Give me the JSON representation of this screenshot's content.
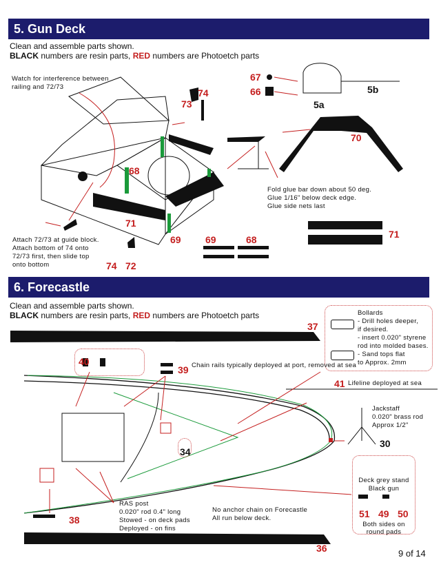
{
  "gun_deck": {
    "title": "5. Gun Deck",
    "intro": "Clean and assemble parts shown.",
    "legend_black": "BLACK",
    "legend_mid": " numbers are resin parts, ",
    "legend_red": "RED",
    "legend_end": " numbers are Photoetch parts",
    "note_interference": "Watch for interference between railing and 72/73",
    "note_attach": "Attach 72/73 at guide block. Attach bottom of 74 onto 72/73 first, then slide top onto bottom",
    "note_fold": "Fold glue bar down about 50 deg.",
    "note_glue": "Glue 1/16\" below deck edge.",
    "note_nets": "Glue side nets last",
    "parts": {
      "p67": "67",
      "p66": "66",
      "p5a": "5a",
      "p5b": "5b",
      "p74a": "74",
      "p73": "73",
      "p70": "70",
      "p68a": "68",
      "p71a": "71",
      "p69a": "69",
      "p69b": "69",
      "p68b": "68",
      "p71b": "71",
      "p74b": "74",
      "p72": "72"
    }
  },
  "forecastle": {
    "title": "6. Forecastle",
    "intro": "Clean and assemble parts shown.",
    "legend_black": "BLACK",
    "legend_mid": " numbers are resin parts, ",
    "legend_red": "RED",
    "legend_end": " numbers are Photoetch parts",
    "bollards": {
      "title": "Bollards",
      "l1": "- Drill holes deeper,",
      "l2": "if desired.",
      "l3": "- insert 0.020\" styrene",
      "l4": "rod into molded bases.",
      "l5": "- Sand tops flat",
      "l6": "to Approx. 2mm"
    },
    "chain_rails": "Chain rails typically deployed at port, removed at sea",
    "lifeline": "Lifeline deployed at sea",
    "jackstaff": {
      "l1": "Jackstaff",
      "l2": "0.020\" brass rod",
      "l3": "Approx 1/2\""
    },
    "ras": {
      "l1": "RAS post",
      "l2": "0.020\" rod 0.4\" long",
      "l3": "Stowed - on deck pads",
      "l4": "Deployed - on fins"
    },
    "anchor": {
      "l1": "No anchor chain on Forecastle",
      "l2": "All run below deck."
    },
    "gun_box": {
      "l1": "Deck grey stand",
      "l2": "Black gun",
      "l3": "Both sides on",
      "l4": "round pads"
    },
    "parts": {
      "p37": "37",
      "p40": "40",
      "p39": "39",
      "p41": "41",
      "p30": "30",
      "p34": "34",
      "p38": "38",
      "p36": "36",
      "p51": "51",
      "p49": "49",
      "p50": "50"
    }
  },
  "footer": {
    "page": "9 of 14"
  }
}
